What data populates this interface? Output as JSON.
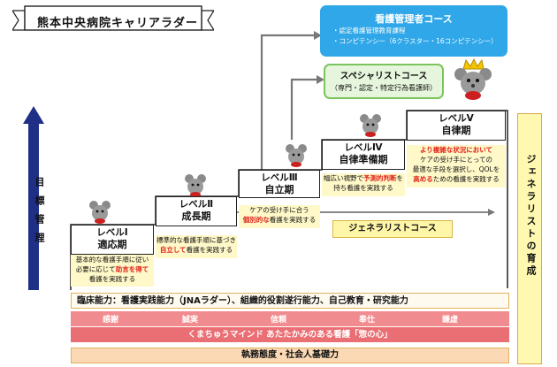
{
  "title": "熊本中央病院キャリアラダー",
  "side_left": "目標管理",
  "side_right": "ジェネラリストの育成",
  "courses": {
    "nurse_manager": {
      "title": "看護管理者コース",
      "items": [
        "・認定看護管理教育課程",
        "・コンピテンシー（6クラスター・16コンピテンシー）"
      ]
    },
    "specialist": {
      "title": "スペシャリストコース",
      "sub": "（専門・認定・特定行為看護師）"
    },
    "generalist": "ジェネラリストコース"
  },
  "levels": [
    {
      "name": "レベルⅠ",
      "period": "適応期",
      "desc": [
        "基本的な看護手順に従い",
        "必要に応じて",
        "助言を得て",
        "看護を実践する"
      ]
    },
    {
      "name": "レベルⅡ",
      "period": "成長期",
      "desc": [
        "標準的な看護手順に基づき",
        "自立して",
        "看護を実践する"
      ]
    },
    {
      "name": "レベルⅢ",
      "period": "自立期",
      "desc": [
        "ケアの受け手に合う",
        "個別的な",
        "看護を実践する"
      ]
    },
    {
      "name": "レベルⅣ",
      "period": "自律準備期",
      "desc": [
        "幅広い視野で",
        "予測的判断",
        "を",
        "持ち看護を実践する"
      ]
    },
    {
      "name": "レベルⅤ",
      "period": "自律期",
      "desc": [
        "より複雑な状況において",
        "ケアの受け手にとっての",
        "最適な手段を選択し、QOLを",
        "高める",
        "ための看護を実践する"
      ]
    }
  ],
  "bands": {
    "ability": "臨床能力：看護実践能力（JNAラダー）、組織的役割遂行能力、自己教育・研究能力",
    "values": [
      "感謝",
      "誠実",
      "信頼",
      "奉仕",
      "謙虚"
    ],
    "mind": "くまちゅうマインド あたたかみのある看護「惣の心」",
    "attitude": "執務態度・社会人基礎力"
  },
  "colors": {
    "manager": "#2fa7e8",
    "specialist_border": "#7bc45c",
    "highlight": "#e0221b",
    "band_values": "#f08c8f"
  }
}
